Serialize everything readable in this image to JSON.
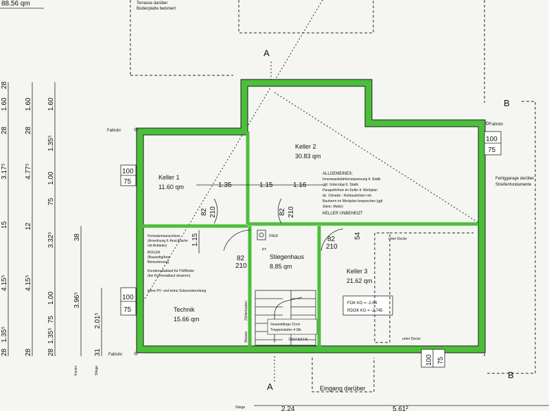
{
  "header": {
    "area_top_left": "88.56 qm",
    "terrace_line1": "Terrasse darüber",
    "terrace_line2": "Bodenplatte betoniert",
    "garage_line1": "Fertiggarage darüber",
    "garage_line2": "Streifenfundamente"
  },
  "section_markers": {
    "a_top": "A",
    "a_bottom": "A",
    "b_top": "B",
    "b_bottom": "B"
  },
  "rooms": [
    {
      "name": "Keller 1",
      "area": "11.60 qm"
    },
    {
      "name": "Keller 2",
      "area": "30.83 qm"
    },
    {
      "name": "Stiegenhaus",
      "area": "8.85 qm"
    },
    {
      "name": "Keller 3",
      "area": "21.62 qm"
    },
    {
      "name": "Technik",
      "area": "15.66 qm"
    }
  ],
  "notes": {
    "general_title": "ALLGEMEINES:",
    "general_lines": [
      "Innenwandstärkenanpassung lt. Statik",
      "ggf. Unterzüge lt. Statik",
      "Parapethöhen im Keller lt. Werkplan",
      "dz. 10maße - Rohbaulichten mit",
      "Bauherrn im Werkplan besprechen (ggf.",
      "Stiem. Maße)",
      "KELLER UNBEHEIZT"
    ],
    "technik_lines": [
      "Fernwärmeanschluss",
      "(Anordnung lt. Anschrache",
      "mit Anbieter)",
      "BOILER",
      "(Bauseitig/bzw.",
      "Bemusterung)",
      "Kondensatablauf für FW/Boiler",
      "(bei Küchenablauf situieren)",
      "keine PV- und keine Solarvorbereitung"
    ],
    "fok": "FOK KG = -2.64",
    "rdok": "RDOK KG = -2.745",
    "stairs_note1": "Gesamtlänge 21cm",
    "stairs_note2": "Treppenstufen 4 Stk",
    "stairs_count": "15/17.6/17.8",
    "unter_decke_1": "unter Decke",
    "unter_decke_2": "unter Decke",
    "wasser": "Wasser",
    "zahlerkasten": "Zählerkasten",
    "dn": "DN18",
    "pt": "PT"
  },
  "labels": {
    "fallrohr_1": "Fallrohr",
    "fallrohr_2": "Fallrohr",
    "fallrohr_3": "Fallrohr",
    "eingang": "Eingang darüber",
    "kamin": "Kamin",
    "stiege_side": "Stiege",
    "stiege_bottom": "Stiege"
  },
  "openings": {
    "door_k1": [
      "82",
      "210"
    ],
    "door_k2": [
      "82",
      "210"
    ],
    "door_st": [
      "82",
      "210"
    ],
    "door_k3": [
      "82",
      "210"
    ],
    "win_left_top": [
      "100",
      "75"
    ],
    "win_left_bottom": [
      "100",
      "75"
    ],
    "win_right": [
      "100",
      "75"
    ],
    "win_bottom": [
      "100",
      "75"
    ]
  },
  "dimensions": {
    "inner_horizontal": [
      "1.35",
      "1.15",
      "1.16"
    ],
    "inner_vertical": "1.15",
    "side_1": "54",
    "bottom_row": [
      "2.24",
      "5.61²"
    ],
    "col_a": [
      "28",
      "1.60",
      "28",
      "3.17⁵",
      "15",
      "4.15⁵",
      "1.35⁵",
      "28"
    ],
    "col_b": [
      "1.60",
      "28",
      "4.77⁵",
      "12",
      "4.15⁵",
      "28"
    ],
    "col_c": [
      "1.60",
      "1.35⁵",
      "1.00",
      "75",
      "3.32⁵",
      "1.00",
      "75",
      "1.35⁵",
      "28"
    ],
    "col_d": [
      "38",
      "3.96⁵",
      "2.01⁵",
      "31"
    ]
  }
}
